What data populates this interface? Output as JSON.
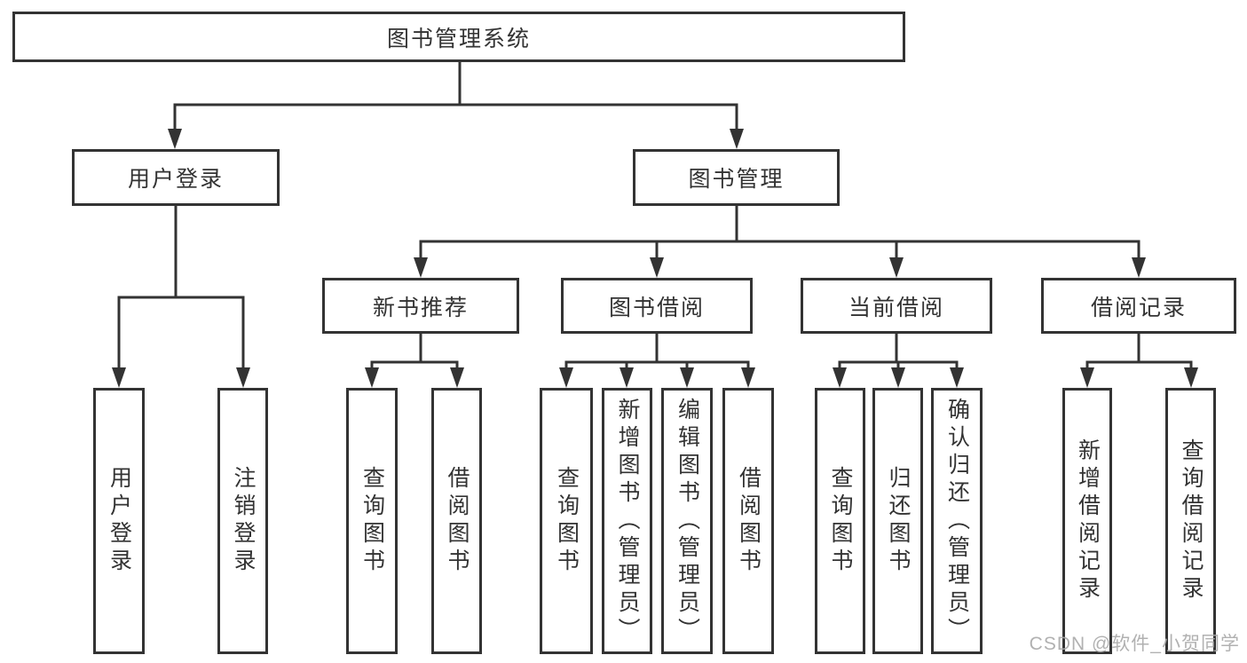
{
  "colors": {
    "line": "#333333",
    "text": "#333333",
    "background": "#ffffff",
    "watermark": "#a8a8a8"
  },
  "watermark": {
    "text": "CSDN @软件_小贺同学"
  },
  "tree": {
    "root": {
      "label": "图书管理系统"
    },
    "level2": [
      {
        "label": "用户登录"
      },
      {
        "label": "图书管理"
      }
    ],
    "level3": [
      {
        "label": "新书推荐"
      },
      {
        "label": "图书借阅"
      },
      {
        "label": "当前借阅"
      },
      {
        "label": "借阅记录"
      }
    ],
    "leaves": {
      "userLogin": [
        {
          "label": "用户登录"
        },
        {
          "label": "注销登录"
        }
      ],
      "newBookRecommend": [
        {
          "label": "查询图书"
        },
        {
          "label": "借阅图书"
        }
      ],
      "bookBorrow": [
        {
          "label": "查询图书"
        },
        {
          "label": "新增图书（管理员）"
        },
        {
          "label": "编辑图书（管理员）"
        },
        {
          "label": "借阅图书"
        }
      ],
      "currentBorrow": [
        {
          "label": "查询图书"
        },
        {
          "label": "归还图书"
        },
        {
          "label": "确认归还（管理员）"
        }
      ],
      "borrowRecords": [
        {
          "label": "新增借阅记录"
        },
        {
          "label": "查询借阅记录"
        }
      ]
    }
  }
}
